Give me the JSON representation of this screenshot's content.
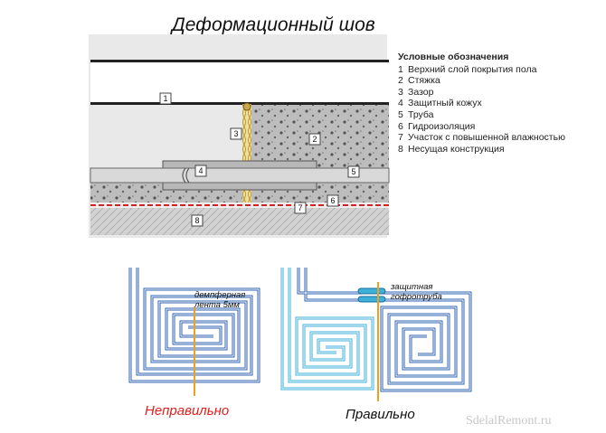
{
  "title": "Деформационный шов",
  "legend": {
    "title": "Условные обозначения",
    "items": [
      {
        "num": "1",
        "text": "Верхний слой покрытия пола"
      },
      {
        "num": "2",
        "text": "Стяжка"
      },
      {
        "num": "3",
        "text": "Зазор"
      },
      {
        "num": "4",
        "text": "Защитный кожух"
      },
      {
        "num": "5",
        "text": "Труба"
      },
      {
        "num": "6",
        "text": "Гидроизоляция"
      },
      {
        "num": "7",
        "text": "Участок с повышенной влажностью"
      },
      {
        "num": "8",
        "text": "Несущая конструкция"
      }
    ]
  },
  "callouts": [
    "1",
    "2",
    "3",
    "4",
    "5",
    "6",
    "7",
    "8"
  ],
  "plan_left": {
    "caption": "Неправильно",
    "label_line1": "демпферная",
    "label_line2": "лента 5мм"
  },
  "plan_right": {
    "caption": "Правильно",
    "label_line1": "защитная",
    "label_line2": "гофротруба"
  },
  "watermark": "SdelalRemont.ru",
  "colors": {
    "pipe_dark": "#2f62b0",
    "pipe_light": "#3fb0d8",
    "damper": "#f0a020",
    "wrong": "#e02020",
    "screed": "#bdbdbd",
    "base": "#cfcfcf",
    "waterproofing": "#d32020"
  }
}
